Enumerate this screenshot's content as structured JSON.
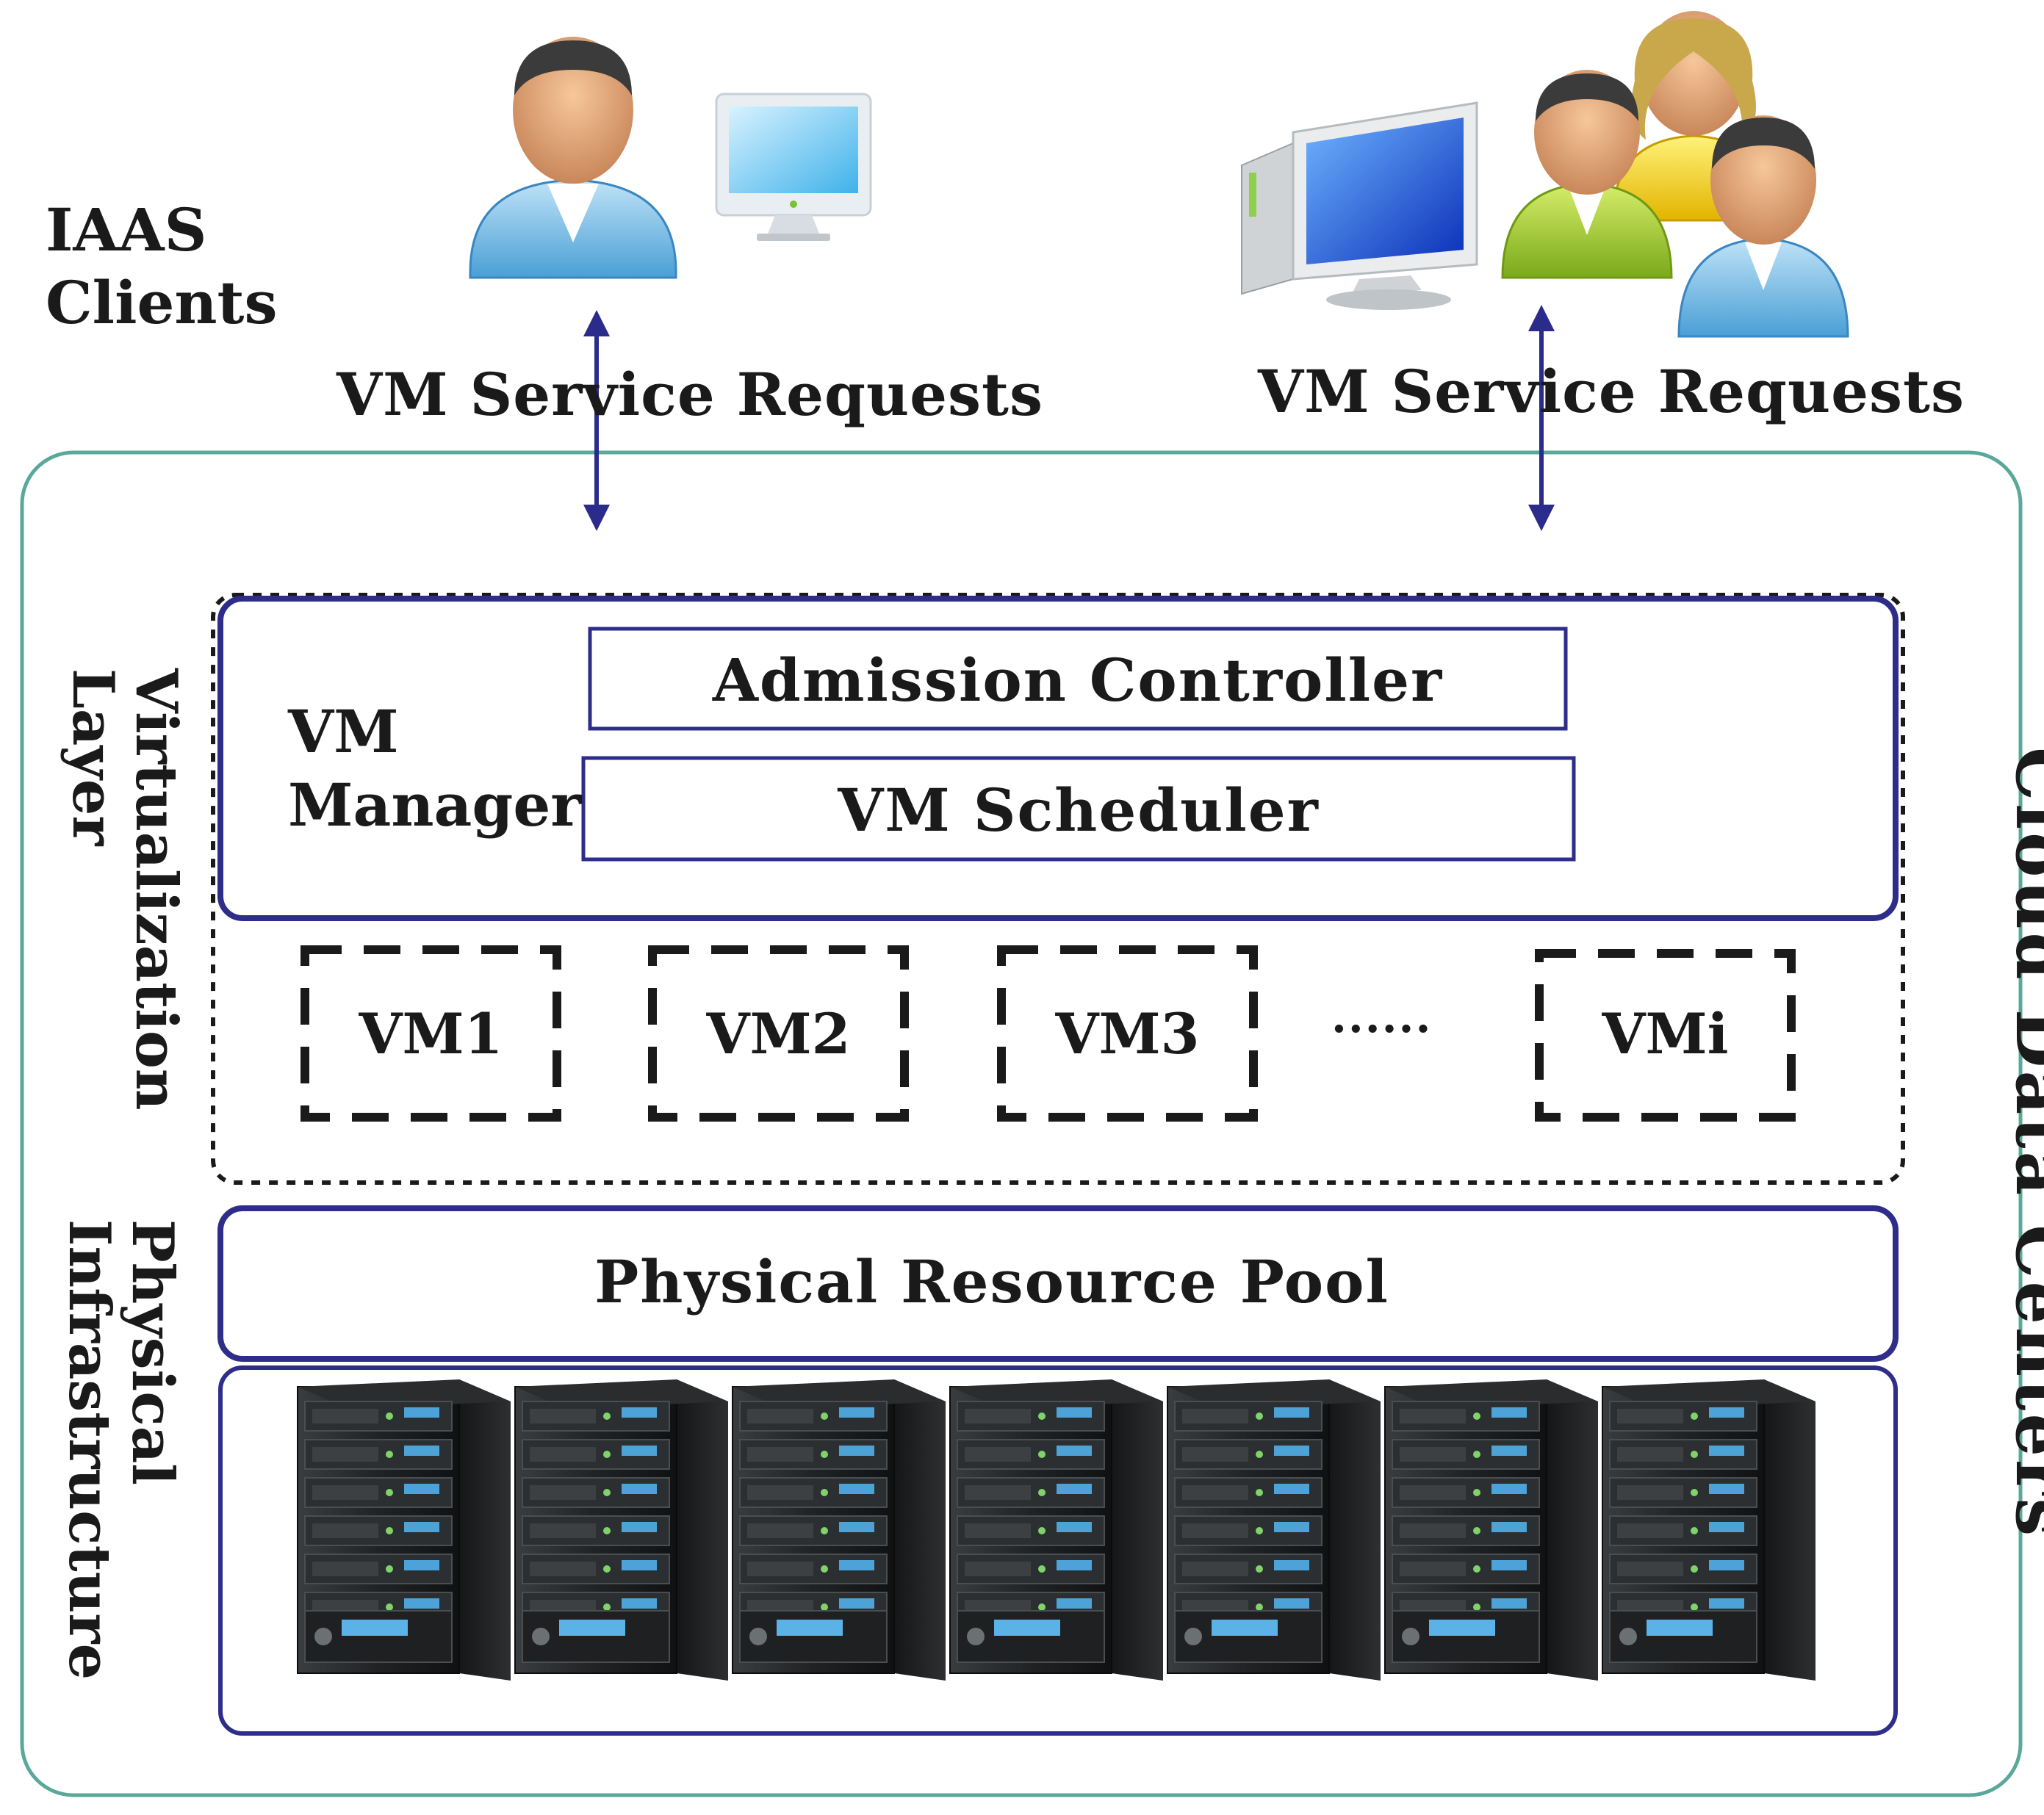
{
  "clients": {
    "label_line1": "IAAS",
    "label_line2": "Clients"
  },
  "requests": {
    "left_label": "VM Service Requests",
    "right_label": "VM Service Requests"
  },
  "cloud": {
    "label": "Cloud Data Centers"
  },
  "virtualization": {
    "label_line1": "Virtualization",
    "label_line2": "Layer"
  },
  "vm_manager": {
    "label_line1": "VM",
    "label_line2": "Manager",
    "admission_controller": "Admission Controller",
    "vm_scheduler": "VM Scheduler"
  },
  "vms": {
    "items": [
      "VM1",
      "VM2",
      "VM3",
      "VMi"
    ],
    "ellipsis": "......"
  },
  "physical": {
    "label_line1": "Physical",
    "label_line2": "Infrastructure",
    "pool_label": "Physical Resource Pool",
    "server_count": 7
  },
  "colors": {
    "navy": "#2e2e8a",
    "teal": "#5aa89a",
    "arrow": "#2b2b8c",
    "dash": "#1a1a1a"
  }
}
